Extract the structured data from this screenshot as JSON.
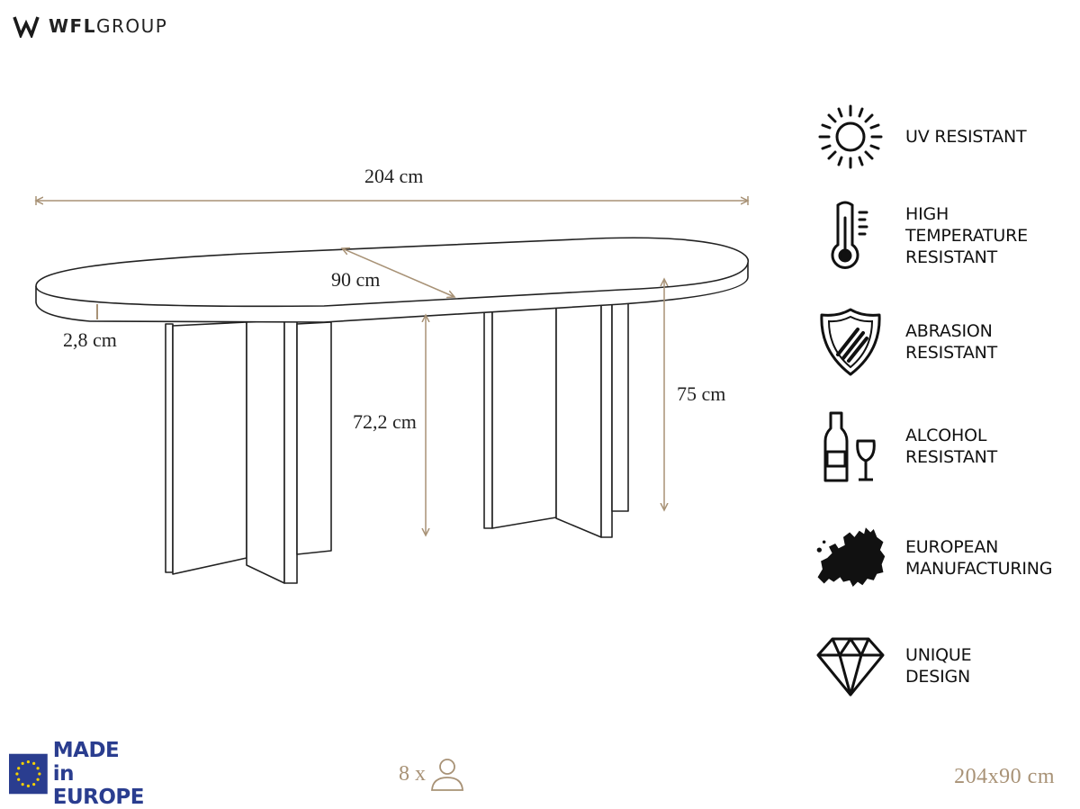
{
  "brand": {
    "name_bold": "WFL",
    "name_light": "GROUP",
    "logo_icon": "wfl-logo-icon"
  },
  "dimensions": {
    "length": "204 cm",
    "width": "90 cm",
    "thickness": "2,8 cm",
    "leg_height": "72,2 cm",
    "total_height": "75 cm"
  },
  "features": [
    {
      "icon": "sun-icon",
      "label": "UV RESISTANT"
    },
    {
      "icon": "thermometer-icon",
      "label": "HIGH\nTEMPERATURE\nRESISTANT"
    },
    {
      "icon": "scratched-shield-icon",
      "label": "ABRASION\nRESISTANT"
    },
    {
      "icon": "wine-bottle-glass-icon",
      "label": "ALCOHOL\nRESISTANT"
    },
    {
      "icon": "europe-map-icon",
      "label": "EUROPEAN\nMANUFACTURING"
    },
    {
      "icon": "diamond-icon",
      "label": "UNIQUE\nDESIGN"
    }
  ],
  "footer": {
    "made_in": "MADE in\nEUROPE",
    "seats": "8 x",
    "seat_icon": "person-icon",
    "size": "204x90 cm"
  },
  "colors": {
    "accent": "#a89276",
    "eu_blue": "#2a3d8f",
    "eu_star": "#f5d000",
    "line": "#222222"
  }
}
